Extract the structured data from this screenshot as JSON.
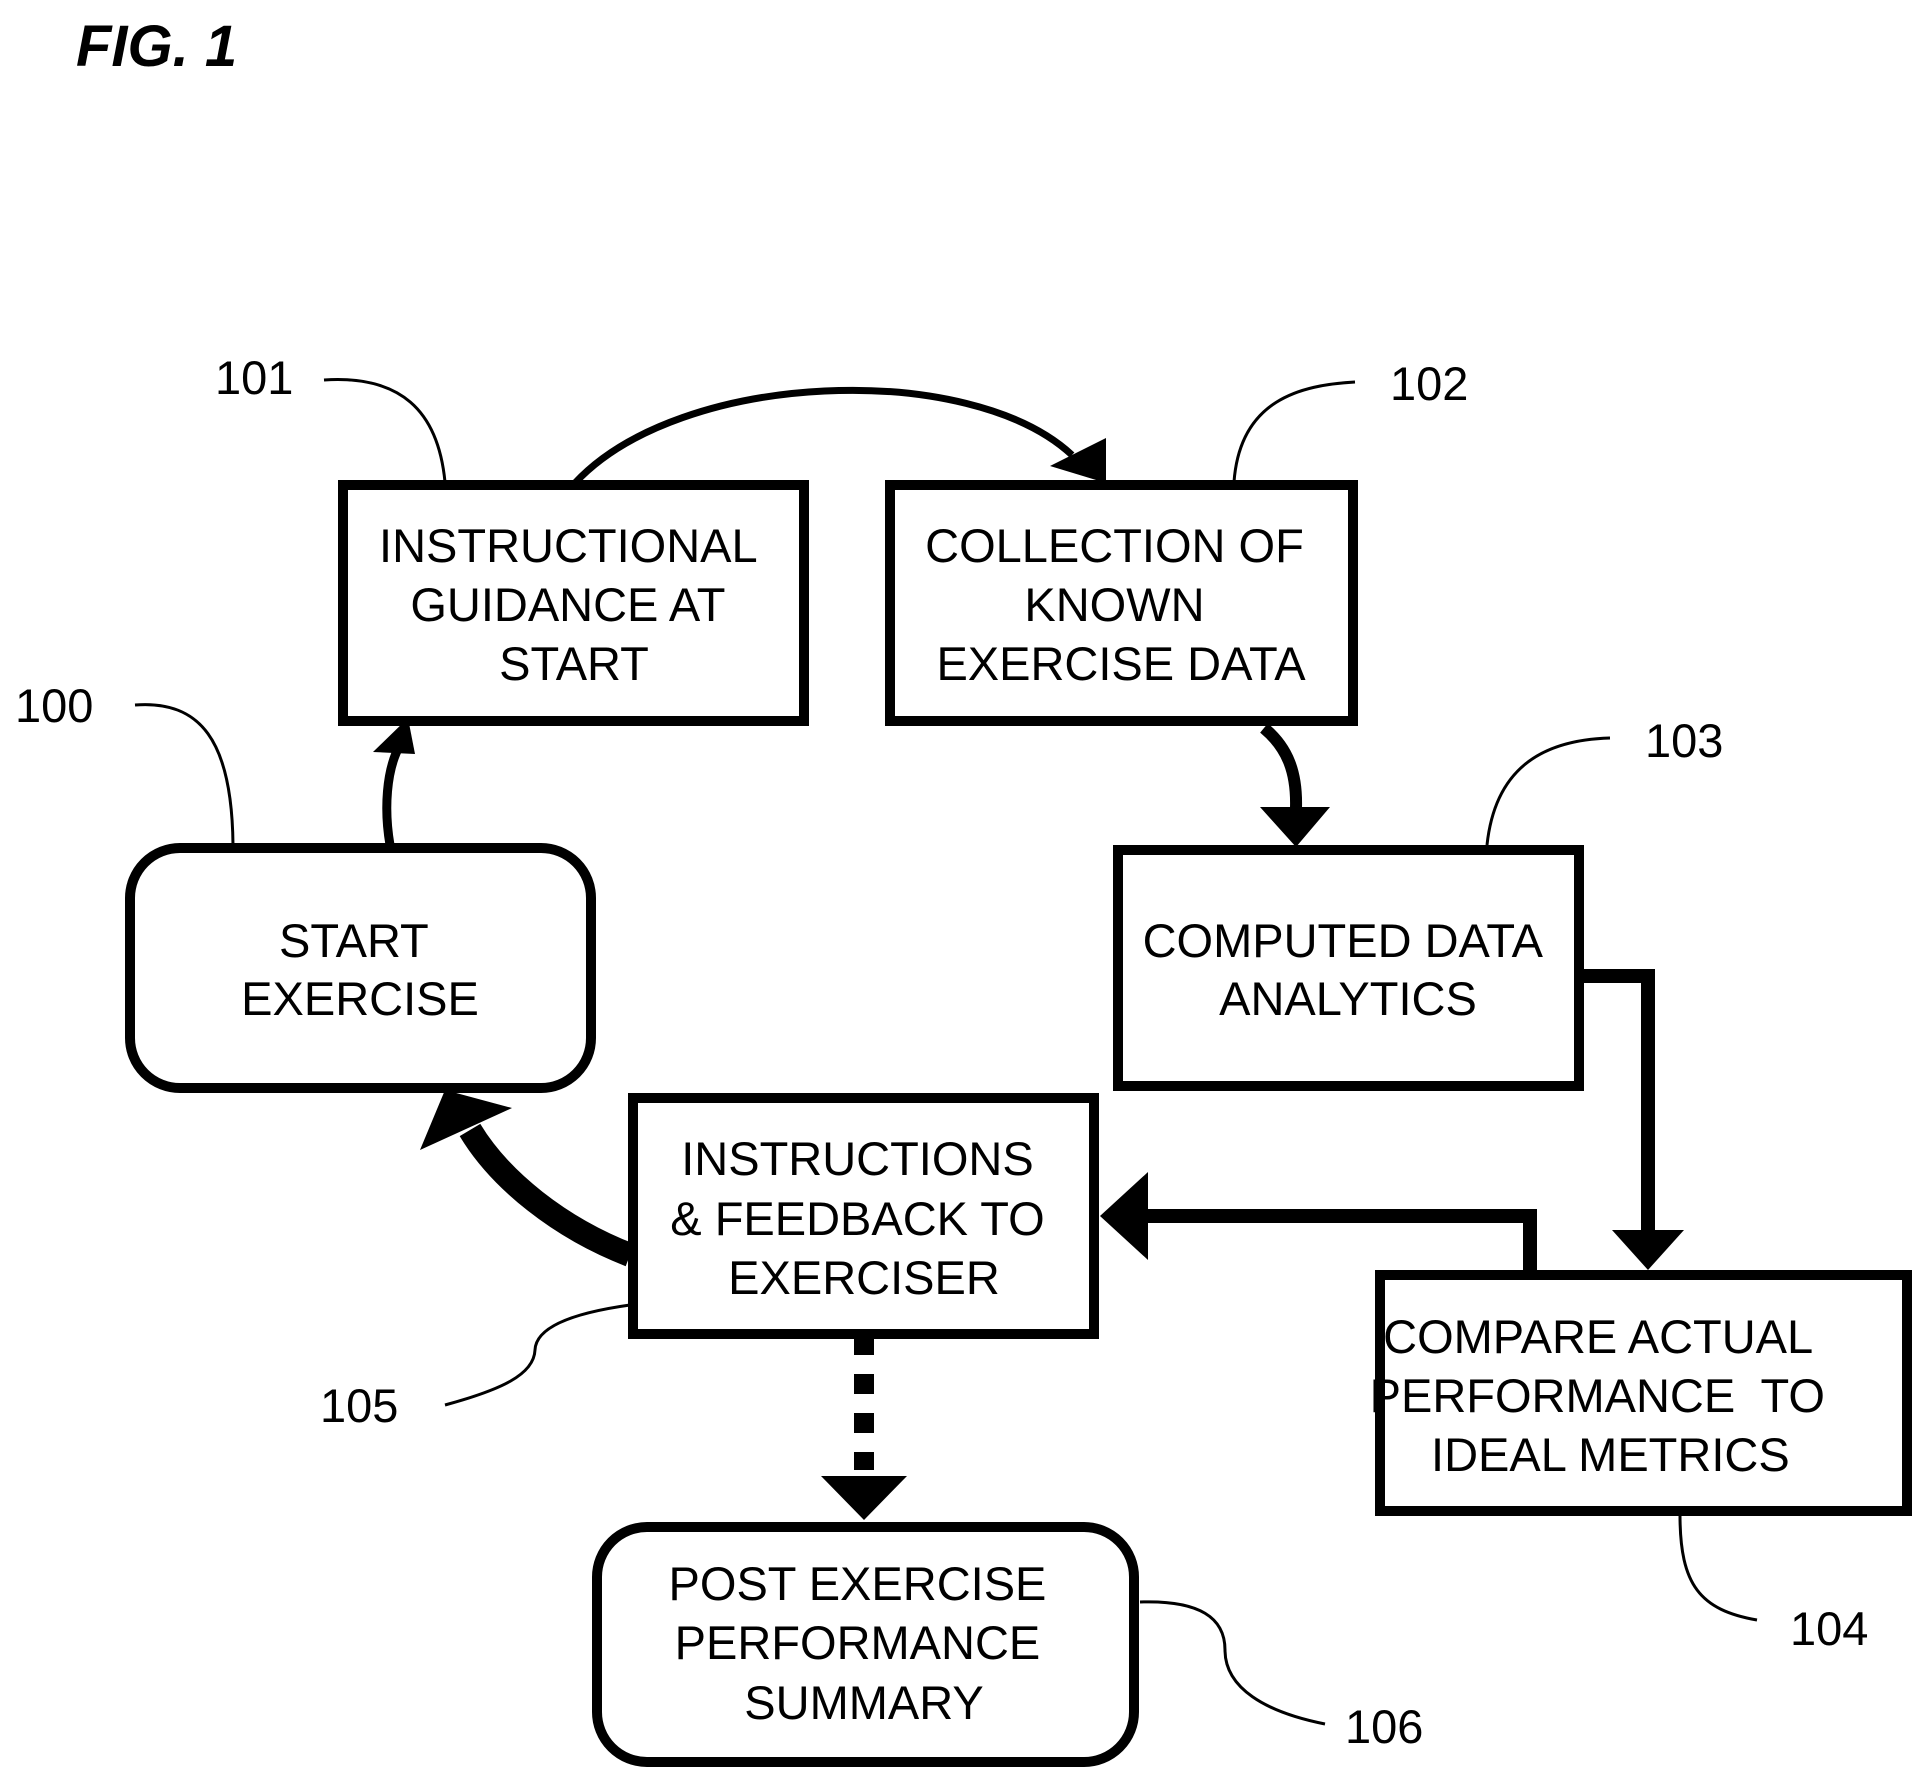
{
  "figure": {
    "title": "FIG. 1"
  },
  "nodes": {
    "n100": {
      "ref": "100",
      "lines": [
        "START",
        "EXERCISE"
      ]
    },
    "n101": {
      "ref": "101",
      "lines": [
        "INSTRUCTIONAL",
        "GUIDANCE AT",
        "START"
      ]
    },
    "n102": {
      "ref": "102",
      "lines": [
        "COLLECTION OF",
        "KNOWN",
        "EXERCISE DATA"
      ]
    },
    "n103": {
      "ref": "103",
      "lines": [
        "COMPUTED DATA",
        "ANALYTICS"
      ]
    },
    "n104": {
      "ref": "104",
      "lines": [
        "COMPARE ACTUAL",
        "PERFORMANCE  TO",
        "IDEAL METRICS"
      ]
    },
    "n105": {
      "ref": "105",
      "lines": [
        "INSTRUCTIONS",
        "& FEEDBACK TO",
        "EXERCISER"
      ]
    },
    "n106": {
      "ref": "106",
      "lines": [
        "POST EXERCISE",
        "PERFORMANCE",
        "SUMMARY"
      ]
    }
  },
  "edges": [
    {
      "from": "100",
      "to": "101",
      "style": "solid"
    },
    {
      "from": "101",
      "to": "102",
      "style": "solid"
    },
    {
      "from": "102",
      "to": "103",
      "style": "solid"
    },
    {
      "from": "103",
      "to": "104",
      "style": "solid"
    },
    {
      "from": "104",
      "to": "105",
      "style": "solid"
    },
    {
      "from": "105",
      "to": "100",
      "style": "solid"
    },
    {
      "from": "105",
      "to": "106",
      "style": "dotted"
    }
  ]
}
